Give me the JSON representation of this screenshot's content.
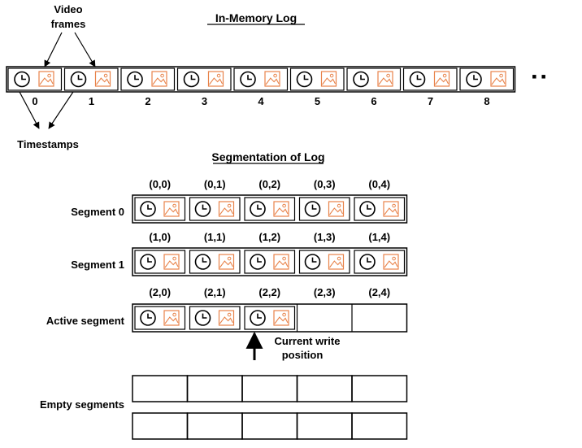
{
  "colors": {
    "line": "#000000",
    "clock": "#000000",
    "image_icon": "#e8834a"
  },
  "icons": {
    "timestamp": "clock-icon",
    "frame": "image-icon"
  },
  "in_memory_log": {
    "title": "In-Memory Log",
    "callout_frames": "Video frames",
    "callout_timestamps": "Timestamps",
    "ellipsis": "▪  ▪",
    "cells": [
      {
        "label": "0"
      },
      {
        "label": "1"
      },
      {
        "label": "2"
      },
      {
        "label": "3"
      },
      {
        "label": "4"
      },
      {
        "label": "5"
      },
      {
        "label": "6"
      },
      {
        "label": "7"
      },
      {
        "label": "8"
      }
    ]
  },
  "segmentation": {
    "title": "Segmentation of Log",
    "segments": [
      {
        "label": "Segment 0",
        "cells": [
          {
            "coord": "(0,0)",
            "filled": true
          },
          {
            "coord": "(0,1)",
            "filled": true
          },
          {
            "coord": "(0,2)",
            "filled": true
          },
          {
            "coord": "(0,3)",
            "filled": true
          },
          {
            "coord": "(0,4)",
            "filled": true
          }
        ]
      },
      {
        "label": "Segment 1",
        "cells": [
          {
            "coord": "(1,0)",
            "filled": true
          },
          {
            "coord": "(1,1)",
            "filled": true
          },
          {
            "coord": "(1,2)",
            "filled": true
          },
          {
            "coord": "(1,3)",
            "filled": true
          },
          {
            "coord": "(1,4)",
            "filled": true
          }
        ]
      },
      {
        "label": "Active segment",
        "cells": [
          {
            "coord": "(2,0)",
            "filled": true
          },
          {
            "coord": "(2,1)",
            "filled": true
          },
          {
            "coord": "(2,2)",
            "filled": true
          },
          {
            "coord": "(2,3)",
            "filled": false
          },
          {
            "coord": "(2,4)",
            "filled": false
          }
        ]
      }
    ],
    "write_pointer": {
      "line1": "Current write",
      "line2": "position",
      "cell_index": 2
    },
    "empty_segments": {
      "label": "Empty segments",
      "rows": [
        {
          "cells": [
            {},
            {},
            {},
            {},
            {}
          ]
        },
        {
          "cells": [
            {},
            {},
            {},
            {},
            {}
          ]
        }
      ]
    }
  }
}
